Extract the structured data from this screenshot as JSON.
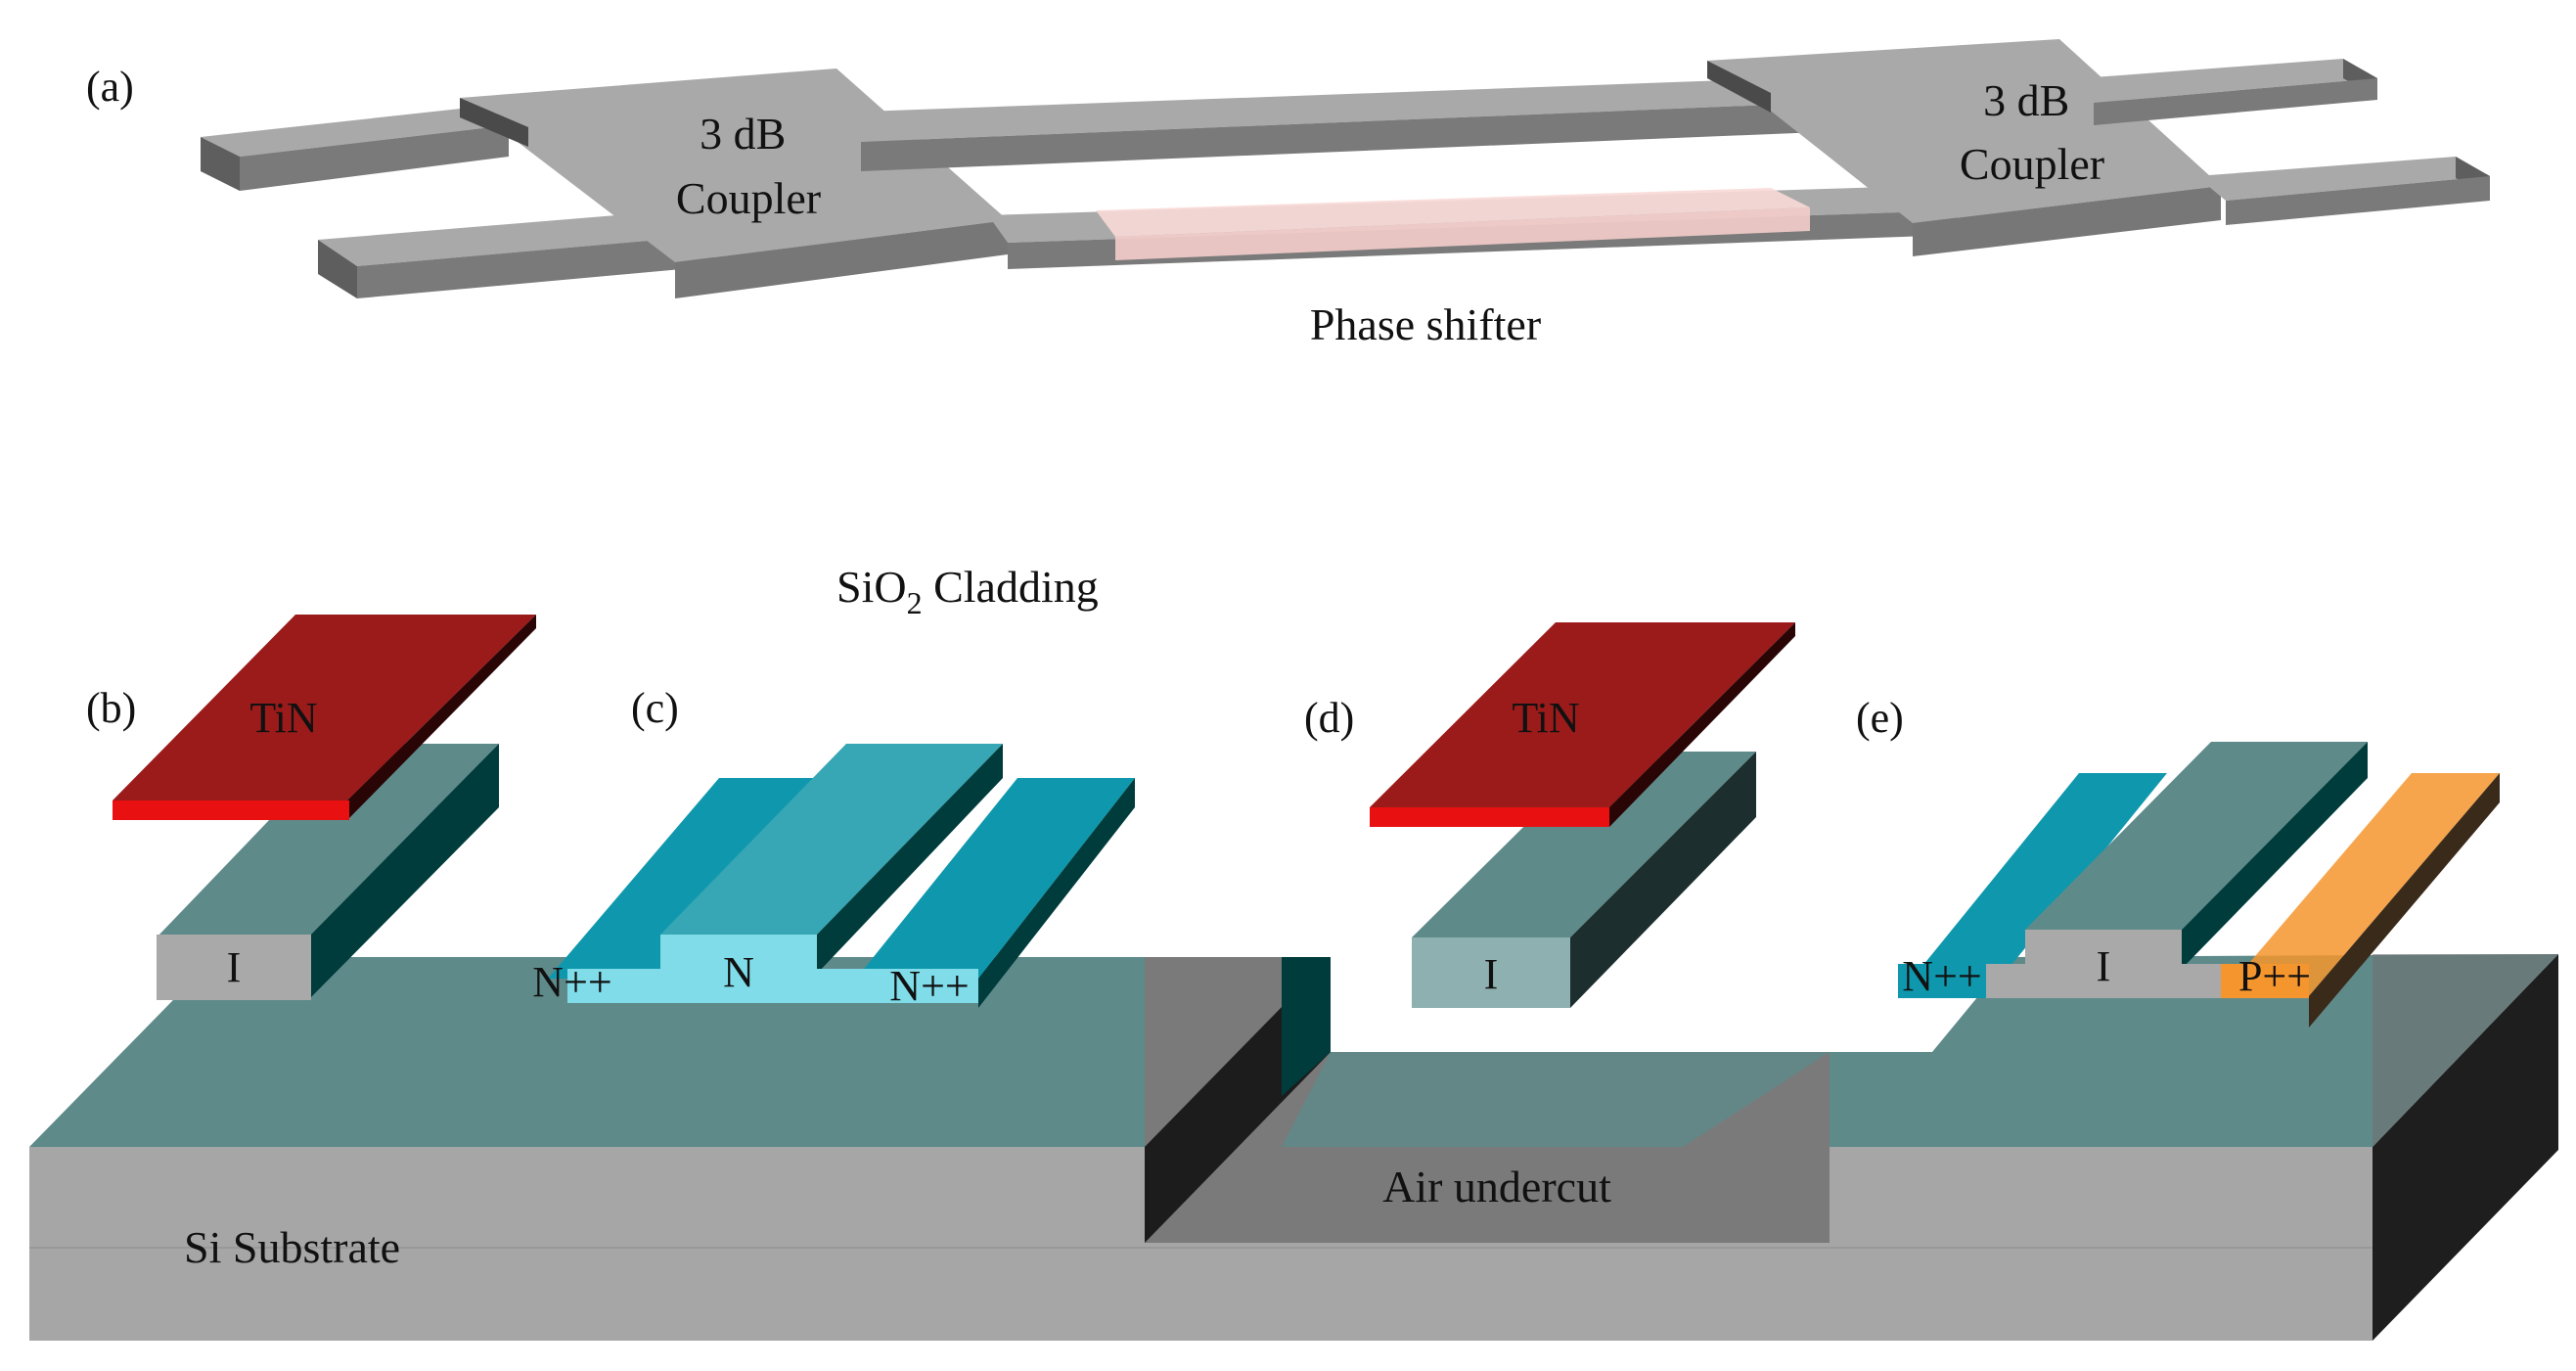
{
  "panel_a": {
    "label": "(a)",
    "coupler_left": [
      "3 dB",
      "Coupler"
    ],
    "coupler_right": [
      "3 dB",
      "Coupler"
    ],
    "phase_shifter": "Phase shifter"
  },
  "panel_b": {
    "label": "(b)",
    "heater": "TiN",
    "core": "I"
  },
  "panel_c": {
    "label": "(c)",
    "left": "N++",
    "core": "N",
    "right": "N++"
  },
  "panel_d": {
    "label": "(d)",
    "heater": "TiN",
    "core": "I"
  },
  "panel_e": {
    "label": "(e)",
    "left": "N++",
    "core": "I",
    "right": "P++"
  },
  "cladding": {
    "prefix": "SiO",
    "sub": "2",
    "suffix": " Cladding"
  },
  "substrate": "Si Substrate",
  "undercut": "Air undercut",
  "colors": {
    "waveguide": "#a9a9a9",
    "waveguide_dark": "#6f6f6f",
    "phase_shifter": "#f8d9d6",
    "cladding": "#5f8a8a",
    "cladding_dark": "#003c3c",
    "substrate": "#a6a6a6",
    "tin": "#9b1b1b",
    "tin_edge": "#e81010",
    "n_doped": "#0f98ad",
    "n_light": "#7fdce8",
    "p_doped": "#f5952d"
  }
}
